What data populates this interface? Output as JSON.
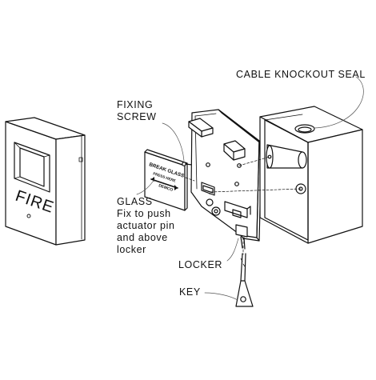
{
  "labels": {
    "cable_knockout_seal": "CABLE KNOCKOUT SEAL",
    "fixing_screw": [
      "FIXING",
      "SCREW"
    ],
    "glass": [
      "GLASS",
      "Fix to push",
      "actuator pin",
      "and above",
      "locker"
    ],
    "locker": "LOCKER",
    "key": "KEY"
  },
  "front_cover": {
    "text": "FIRE"
  },
  "glass_panel": {
    "line1": "BREAK GLASS",
    "line2": "PRESS HERE",
    "brand": "DEMCO"
  },
  "colors": {
    "stroke": "#111111",
    "background": "#ffffff",
    "leader": "#555555"
  }
}
